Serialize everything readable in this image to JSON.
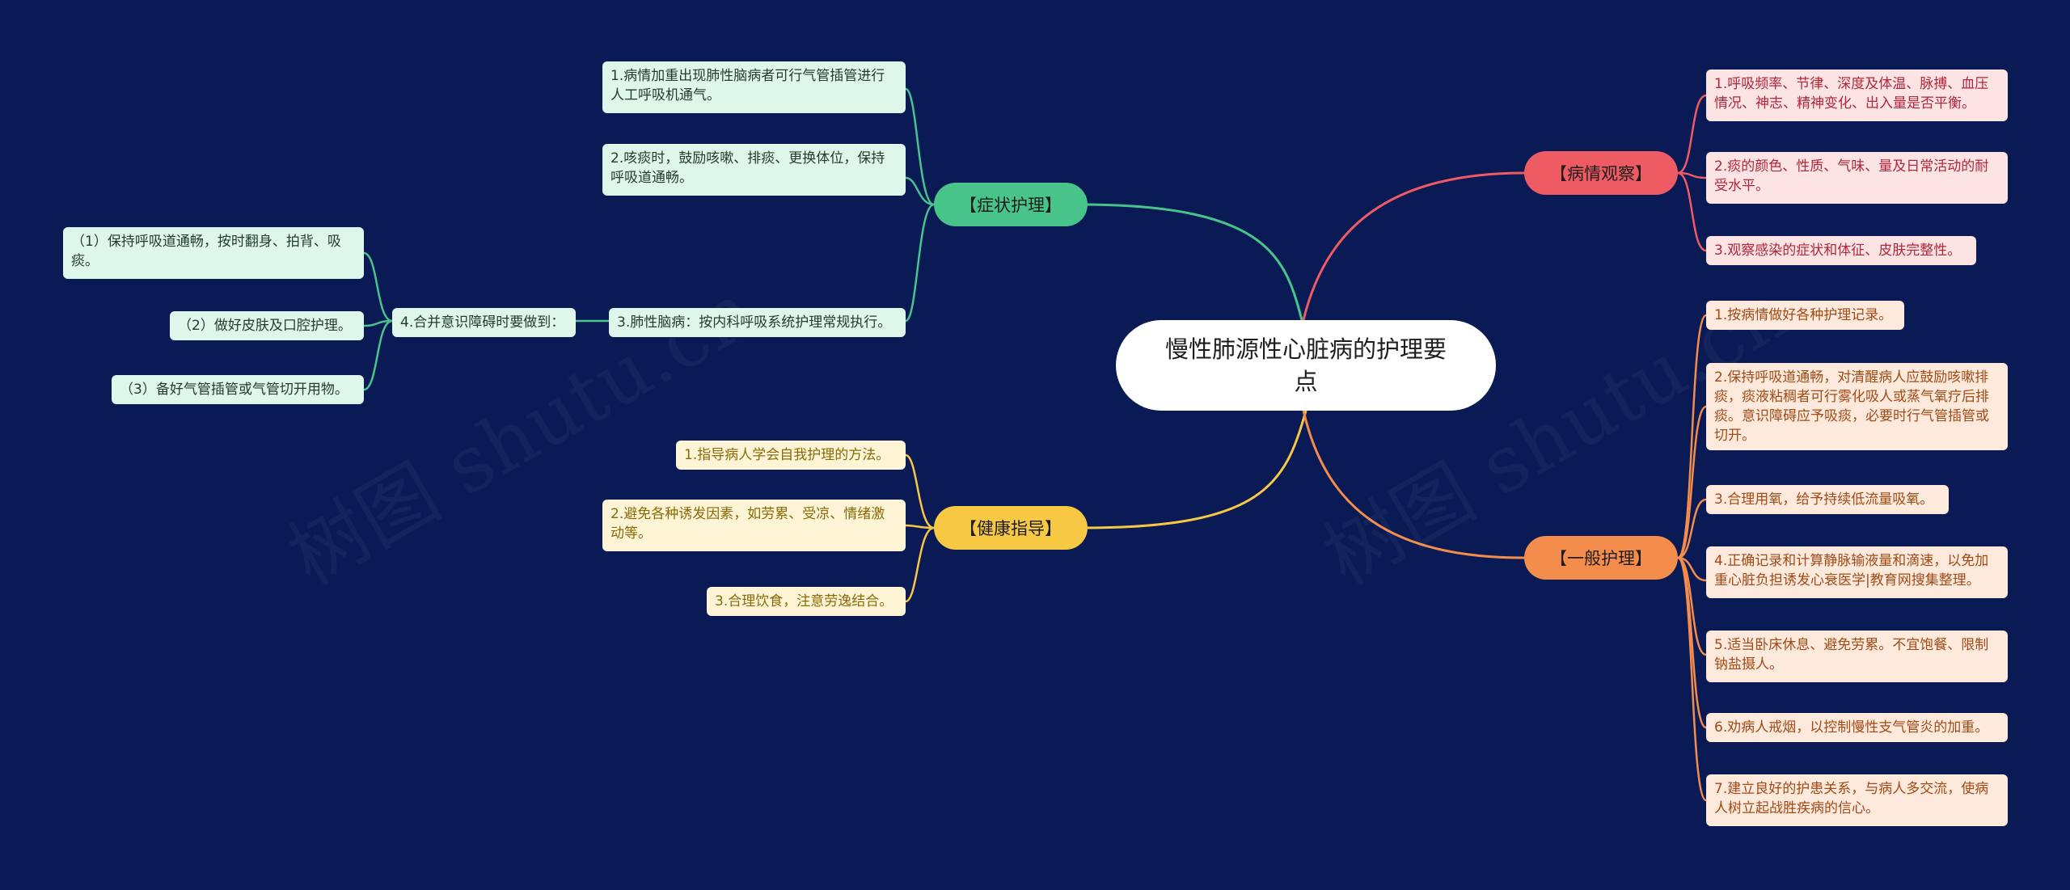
{
  "root": {
    "title": "慢性肺源性心脏病的护理要点"
  },
  "watermark": "树图 shutu.cn",
  "branches": {
    "symptom": {
      "label": "【症状护理】",
      "color": "#48c48a",
      "items": [
        "1.病情加重出现肺性脑病者可行气管插管进行人工呼吸机通气。",
        "2.咳痰时，鼓励咳嗽、排痰、更换体位，保持呼吸道通畅。",
        "3.肺性脑病：按内科呼吸系统护理常规执行。",
        "4.合并意识障碍时要做到："
      ],
      "subitems": [
        "（1）保持呼吸道通畅，按时翻身、拍背、吸痰。",
        "（2）做好皮肤及口腔护理。",
        "（3）备好气管插管或气管切开用物。"
      ]
    },
    "health": {
      "label": "【健康指导】",
      "color": "#f6c844",
      "items": [
        "1.指导病人学会自我护理的方法。",
        "2.避免各种诱发因素，如劳累、受凉、情绪激动等。",
        "3.合理饮食，注意劳逸结合。"
      ]
    },
    "observe": {
      "label": "【病情观察】",
      "color": "#ef5b62",
      "items": [
        "1.呼吸频率、节律、深度及体温、脉搏、血压情况、神志、精神变化、出入量是否平衡。",
        "2.痰的颜色、性质、气味、量及日常活动的耐受水平。",
        "3.观察感染的症状和体征、皮肤完整性。"
      ]
    },
    "general": {
      "label": "【一般护理】",
      "color": "#f48c4c",
      "items": [
        "1.按病情做好各种护理记录。",
        "2.保持呼吸道通畅，对清醒病人应鼓励咳嗽排痰，痰液粘稠者可行雾化吸人或蒸气氧疗后排痰。意识障碍应予吸痰，必要时行气管插管或切开。",
        "3.合理用氧，给予持续低流量吸氧。",
        "4.正确记录和计算静脉输液量和滴速，以免加重心脏负担诱发心衰医学|教育网搜集整理。",
        "5.适当卧床休息、避免劳累。不宜饱餐、限制钠盐摄人。",
        "6.劝病人戒烟，以控制慢性支气管炎的加重。",
        "7.建立良好的护患关系，与病人多交流，使病人树立起战胜疾病的信心。"
      ]
    }
  }
}
